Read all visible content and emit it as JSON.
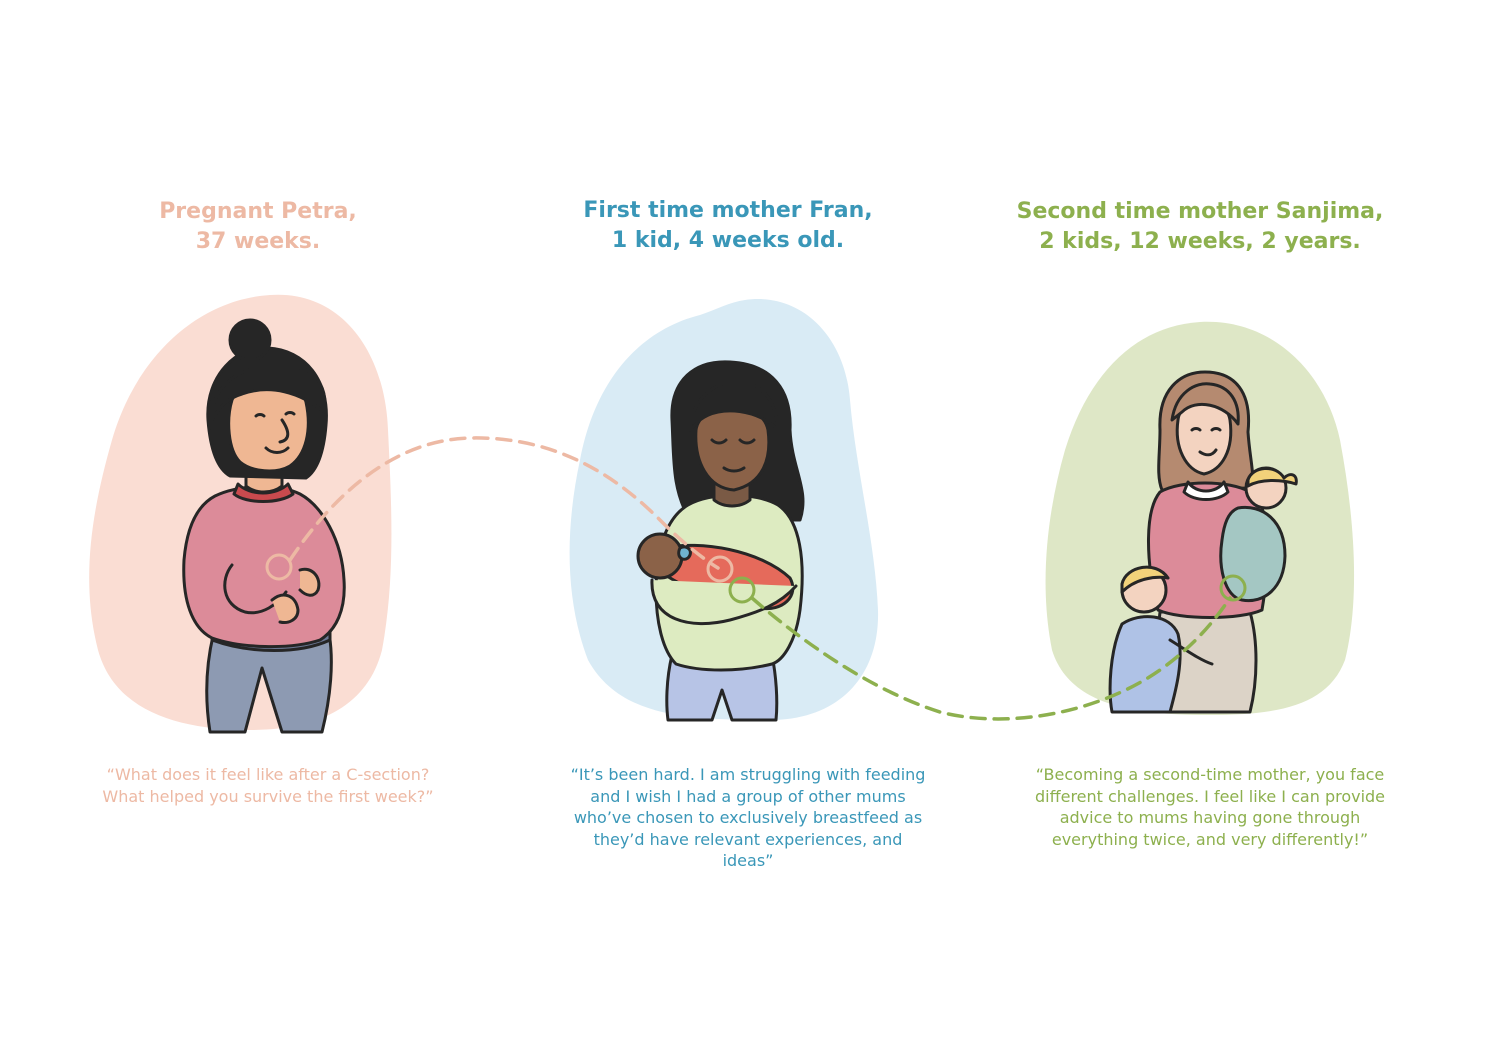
{
  "colors": {
    "petra": "#EDB9A4",
    "fran": "#3A97B8",
    "sanjima": "#8DB04E",
    "petra_blob": "#FADDD3",
    "fran_blob": "#D9EBF5",
    "sanjima_blob": "#DEE7C6",
    "outline": "#262626"
  },
  "personas": [
    {
      "id": "petra",
      "title_line1": "Pregnant Petra,",
      "title_line2": "37 weeks.",
      "quote": "“What does it feel like after a C-section? What helped you survive the first week?”"
    },
    {
      "id": "fran",
      "title_line1": "First time mother Fran,",
      "title_line2": "1 kid, 4 weeks old.",
      "quote": "“It’s been hard. I am struggling with feeding and I wish I had a group of other mums who’ve chosen to exclusively breastfeed as they’d have relevant experiences, and ideas”"
    },
    {
      "id": "sanjima",
      "title_line1": "Second time mother Sanjima,",
      "title_line2": "2 kids, 12 weeks, 2 years.",
      "quote": "“Becoming a second-time mother, you face different challenges. I feel like I can provide advice to mums having gone through everything twice, and very differently!”"
    }
  ]
}
